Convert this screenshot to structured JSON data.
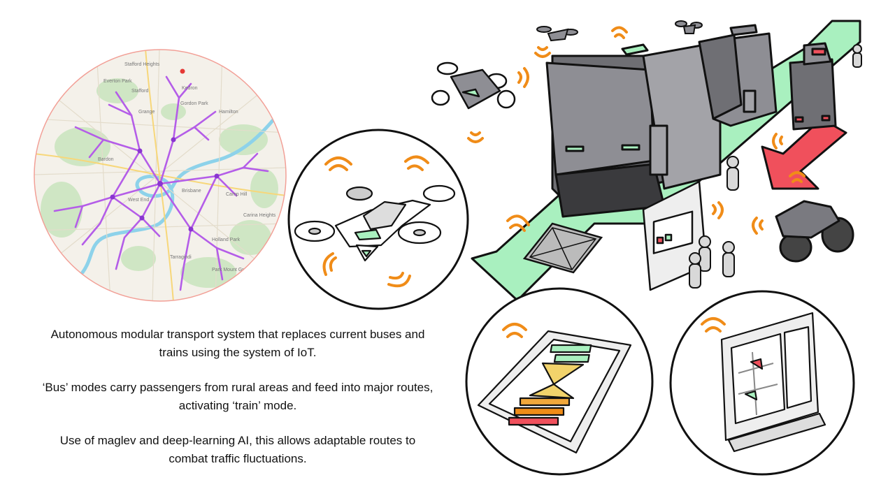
{
  "map": {
    "labels": [
      "Stafford Heights",
      "Stafford",
      "Kedron",
      "Everton Park",
      "Gordon Park",
      "Grange",
      "Bardon",
      "West End",
      "Hamilton",
      "Camp Hill",
      "Carina Heights",
      "Holland Park",
      "Tarragindi",
      "Park Mount Gravatt",
      "Brisbane"
    ]
  },
  "palette": {
    "route": "#b45de8",
    "hub": "#8a35d0",
    "track": "#a9f0bf",
    "ink": "#111111",
    "vehicle": "#8e8e94",
    "signal": "#f08c18",
    "alert": "#f0505c",
    "river": "#8dd2ea"
  },
  "caption": {
    "paragraph_1": "Autonomous modular transport system that replaces current buses and trains using the system of IoT.",
    "paragraph_2": "‘Bus’ modes carry passengers from rural areas and feed into major routes, activating ‘train’ mode.",
    "paragraph_3": "Use of maglev and deep-learning AI, this allows adaptable routes to combat traffic fluctuations."
  }
}
